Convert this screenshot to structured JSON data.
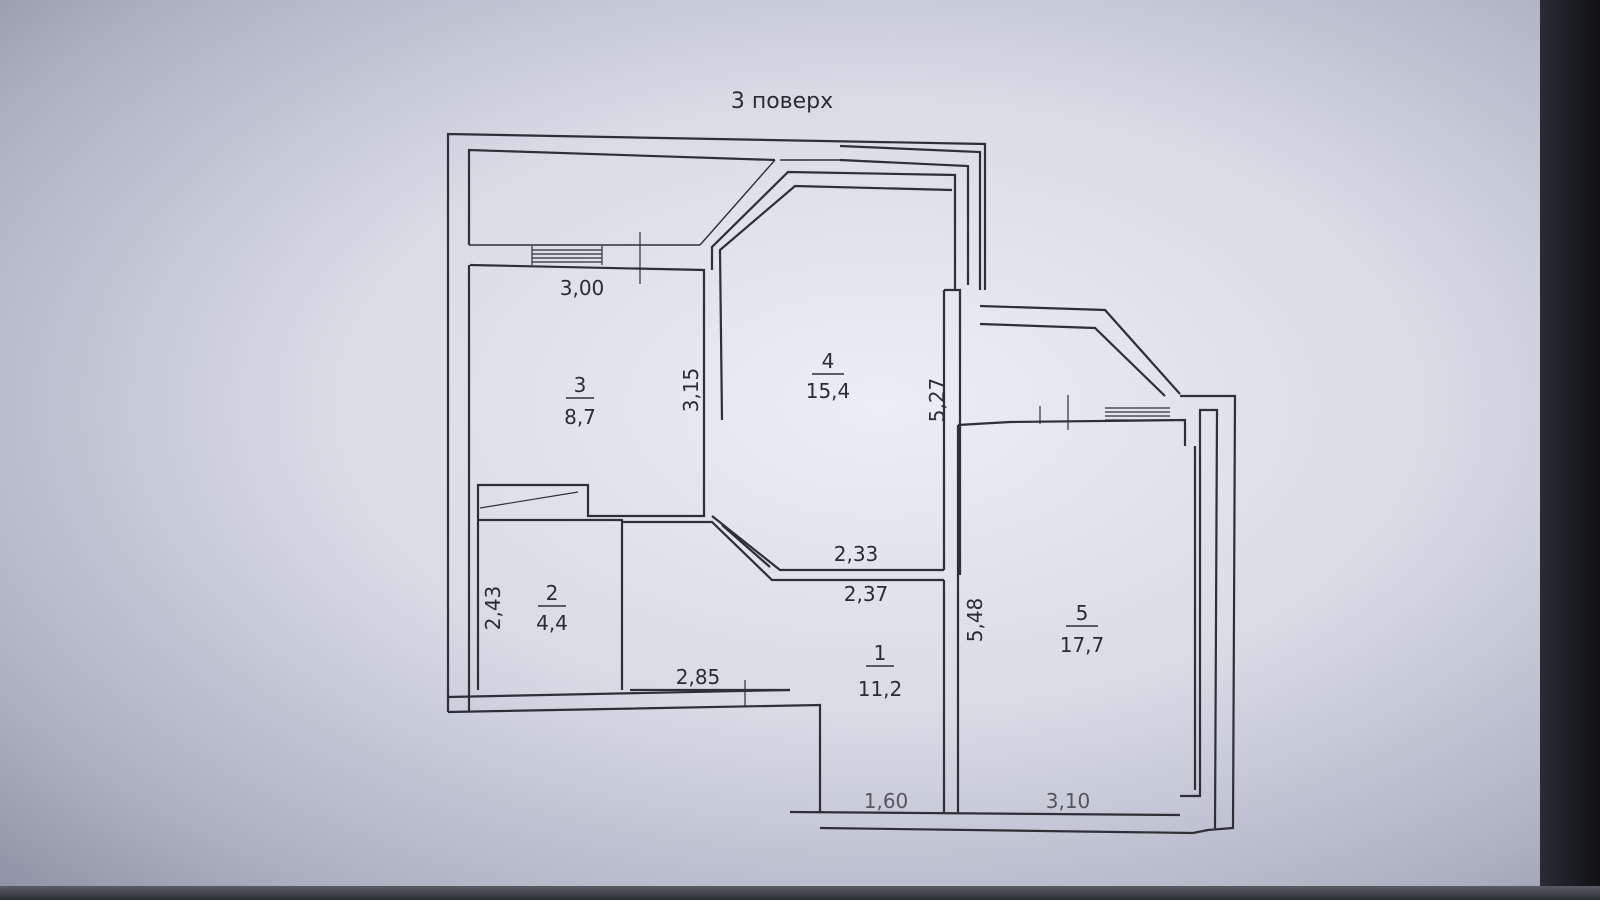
{
  "plan": {
    "title": "3 поверх",
    "rooms": [
      {
        "number": "1",
        "area": "11,2"
      },
      {
        "number": "2",
        "area": "4,4"
      },
      {
        "number": "3",
        "area": "8,7"
      },
      {
        "number": "4",
        "area": "15,4"
      },
      {
        "number": "5",
        "area": "17,7"
      }
    ],
    "dimensions": {
      "room3_width": "3,00",
      "room3_height": "3,15",
      "room4_height": "5,27",
      "room4_width": "2,33",
      "room1_width": "2,37",
      "room2_height": "2,43",
      "corridor_width": "2,85",
      "room5_height": "5,48",
      "entry_width": "1,60",
      "room5_width": "3,10"
    }
  },
  "colors": {
    "line": "#2e2f37",
    "screen": "#e4e6ee"
  }
}
